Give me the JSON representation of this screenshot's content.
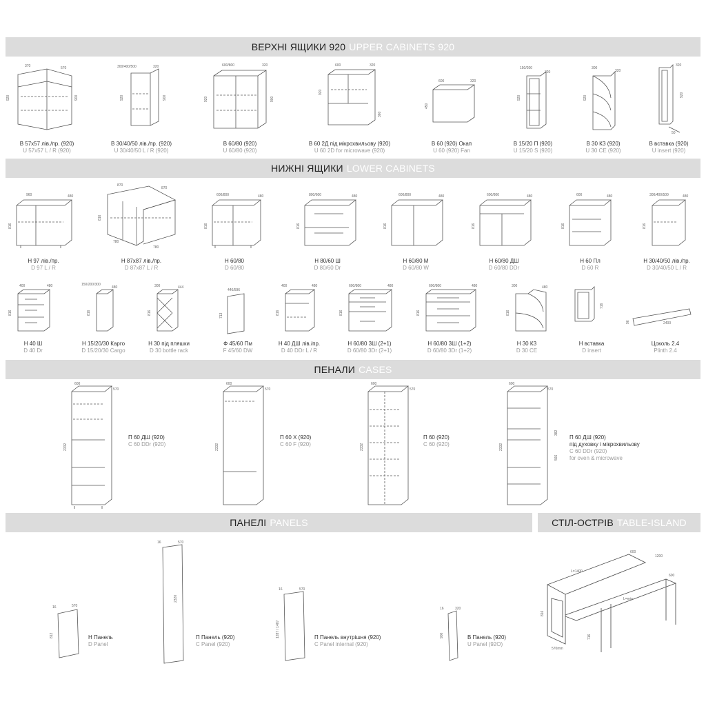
{
  "sections": {
    "upper": {
      "ua": "ВЕРХНІ ЯЩИКИ 920",
      "en": "UPPER CABINETS 920"
    },
    "lower": {
      "ua": "НИЖНІ ЯЩИКИ",
      "en": "LOWER CABINETS"
    },
    "cases": {
      "ua": "ПЕНАЛИ",
      "en": "CASES"
    },
    "panels": {
      "ua": "ПАНЕЛІ",
      "en": "PANELS"
    },
    "island": {
      "ua": "СТІЛ-ОСТРІВ",
      "en": "TABLE-ISLAND"
    }
  },
  "upper_items": [
    {
      "ua": "В 57x57 лів./пр. (920)",
      "en": "U 57x57 L / R (920)"
    },
    {
      "ua": "В 30/40/50 лів./пр. (920)",
      "en": "U 30/40/50 L / R (920)"
    },
    {
      "ua": "В 60/80 (920)",
      "en": "U 60/80 (920)"
    },
    {
      "ua": "В 60 2Д під мікрохвильову (920)",
      "en": "U 60 2D for microwave (920)"
    },
    {
      "ua": "В 60 (920) Окап",
      "en": "U 60 (920) Fan"
    },
    {
      "ua": "В 15/20 П (920)",
      "en": "U 15/20 S (920)"
    },
    {
      "ua": "В 30 КЗ (920)",
      "en": "U 30 CE (920)"
    },
    {
      "ua": "В вставка (920)",
      "en": "U insert (920)"
    }
  ],
  "lower_row1": [
    {
      "ua": "Н 97 лів./пр.",
      "en": "D 97 L / R"
    },
    {
      "ua": "Н 87x87 лів./пр.",
      "en": "D 87x87 L / R"
    },
    {
      "ua": "Н 60/80",
      "en": "D 60/80"
    },
    {
      "ua": "Н 80/60 Ш",
      "en": "D 80/60 Dr"
    },
    {
      "ua": "Н 60/80 М",
      "en": "D 60/80 W"
    },
    {
      "ua": "Н 60/80 ДШ",
      "en": "D 60/80 DDr"
    },
    {
      "ua": "Н 60 Пл",
      "en": "D 60 R"
    },
    {
      "ua": "Н 30/40/50 лів./пр.",
      "en": "D 30/40/50 L / R"
    }
  ],
  "lower_row2": [
    {
      "ua": "Н 40 Ш",
      "en": "D 40 Dr"
    },
    {
      "ua": "Н 15/20/30 Карго",
      "en": "D 15/20/30 Cargo"
    },
    {
      "ua": "Н 30 під пляшки",
      "en": "D 30 bottle rack"
    },
    {
      "ua": "Ф 45/60 Пм",
      "en": "F 45/60 DW"
    },
    {
      "ua": "Н 40 ДШ лів./пр.",
      "en": "D 40 DDr L / R"
    },
    {
      "ua": "Н 60/80 3Ш (2+1)",
      "en": "D 60/80 3Dr (2+1)"
    },
    {
      "ua": "Н 60/80 3Ш (1+2)",
      "en": "D 60/80 3Dr (1+2)"
    },
    {
      "ua": "Н 30 КЗ",
      "en": "D 30 CE"
    },
    {
      "ua": "Н вставка",
      "en": "D insert"
    },
    {
      "ua": "Цоколь 2.4",
      "en": "Plinth  2.4"
    }
  ],
  "cases_items": [
    {
      "ua": "П 60 ДШ (920)",
      "en": "C 60 DDr (920)"
    },
    {
      "ua": "П 60 Х (920)",
      "en": "C 60 F (920)"
    },
    {
      "ua": "П 60 (920)",
      "en": "C 60 (920)"
    },
    {
      "ua": "П 60 ДШ (920)",
      "ua2": "під духовку і мікрохвильову",
      "en": "C 60 DDr (920)",
      "en2": "for oven & microwave"
    }
  ],
  "panels_items": [
    {
      "ua": "Н Панель",
      "en": "D Panel"
    },
    {
      "ua": "П Панель (920)",
      "en": "C Panel (920)"
    },
    {
      "ua": "П Панель внутрішня (920)",
      "en": "C Panel internal (920)"
    },
    {
      "ua": "В Панель (920)",
      "en": "U Panel (92O)"
    }
  ],
  "dims": {
    "u1": [
      "370",
      "570",
      "920",
      "900"
    ],
    "u2": [
      "300/400/500",
      "320",
      "920",
      "900"
    ],
    "u3": [
      "600/800",
      "320",
      "920",
      "900"
    ],
    "u4": [
      "600",
      "320",
      "920",
      "360"
    ],
    "u5": [
      "600",
      "320",
      "450"
    ],
    "u6": [
      "150/200",
      "320",
      "920"
    ],
    "u7": [
      "300",
      "320",
      "920"
    ],
    "u8": [
      "320",
      "920",
      "50"
    ],
    "l1": [
      "960",
      "480",
      "816"
    ],
    "l2": [
      "870",
      "870",
      "816",
      "780",
      "780"
    ],
    "l3": [
      "600/800",
      "480",
      "816"
    ],
    "l4": [
      "800/600",
      "480",
      "816"
    ],
    "l5": [
      "600/800",
      "480",
      "816"
    ],
    "l6": [
      "600/800",
      "480",
      "816"
    ],
    "l7": [
      "600",
      "480",
      "816"
    ],
    "l8": [
      "300/400/500",
      "480",
      "816"
    ],
    "m1": [
      "400",
      "480",
      "816"
    ],
    "m2": [
      "150/200/300",
      "480",
      "816"
    ],
    "m3": [
      "300",
      "444",
      "816"
    ],
    "m4": [
      "446/596",
      "713"
    ],
    "m5": [
      "400",
      "480",
      "816"
    ],
    "m6": [
      "600/800",
      "480",
      "816"
    ],
    "m7": [
      "600/800",
      "480",
      "816"
    ],
    "m8": [
      "300",
      "480",
      "816"
    ],
    "m9": [
      "716"
    ],
    "m10": [
      "96",
      "2400"
    ],
    "c1": [
      "600",
      "570",
      "2332"
    ],
    "c2": [
      "600",
      "570",
      "2332"
    ],
    "c3": [
      "600",
      "570",
      "2332"
    ],
    "c4": [
      "600",
      "570",
      "2332",
      "382",
      "566"
    ],
    "p1": [
      "16",
      "570",
      "812"
    ],
    "p2": [
      "16",
      "570",
      "2320"
    ],
    "p3": [
      "16",
      "570",
      "1287 / 1487"
    ],
    "p4": [
      "16",
      "320",
      "900"
    ],
    "t1": [
      "600",
      "1200",
      "L=1400",
      "L=min",
      "600",
      "816",
      "716",
      "570mm"
    ]
  }
}
